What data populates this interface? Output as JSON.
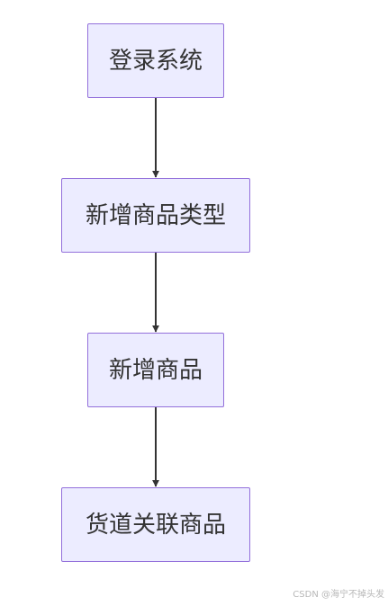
{
  "diagram": {
    "nodes": [
      {
        "id": "n1",
        "label": "登录系统"
      },
      {
        "id": "n2",
        "label": "新增商品类型"
      },
      {
        "id": "n3",
        "label": "新增商品"
      },
      {
        "id": "n4",
        "label": "货道关联商品"
      }
    ],
    "edges": [
      {
        "from": "n1",
        "to": "n2"
      },
      {
        "from": "n2",
        "to": "n3"
      },
      {
        "from": "n3",
        "to": "n4"
      }
    ],
    "colors": {
      "node_fill": "#ececff",
      "node_border": "#9370db",
      "edge": "#333333",
      "text": "#333333"
    }
  },
  "watermark": "CSDN @海宁不掉头发"
}
